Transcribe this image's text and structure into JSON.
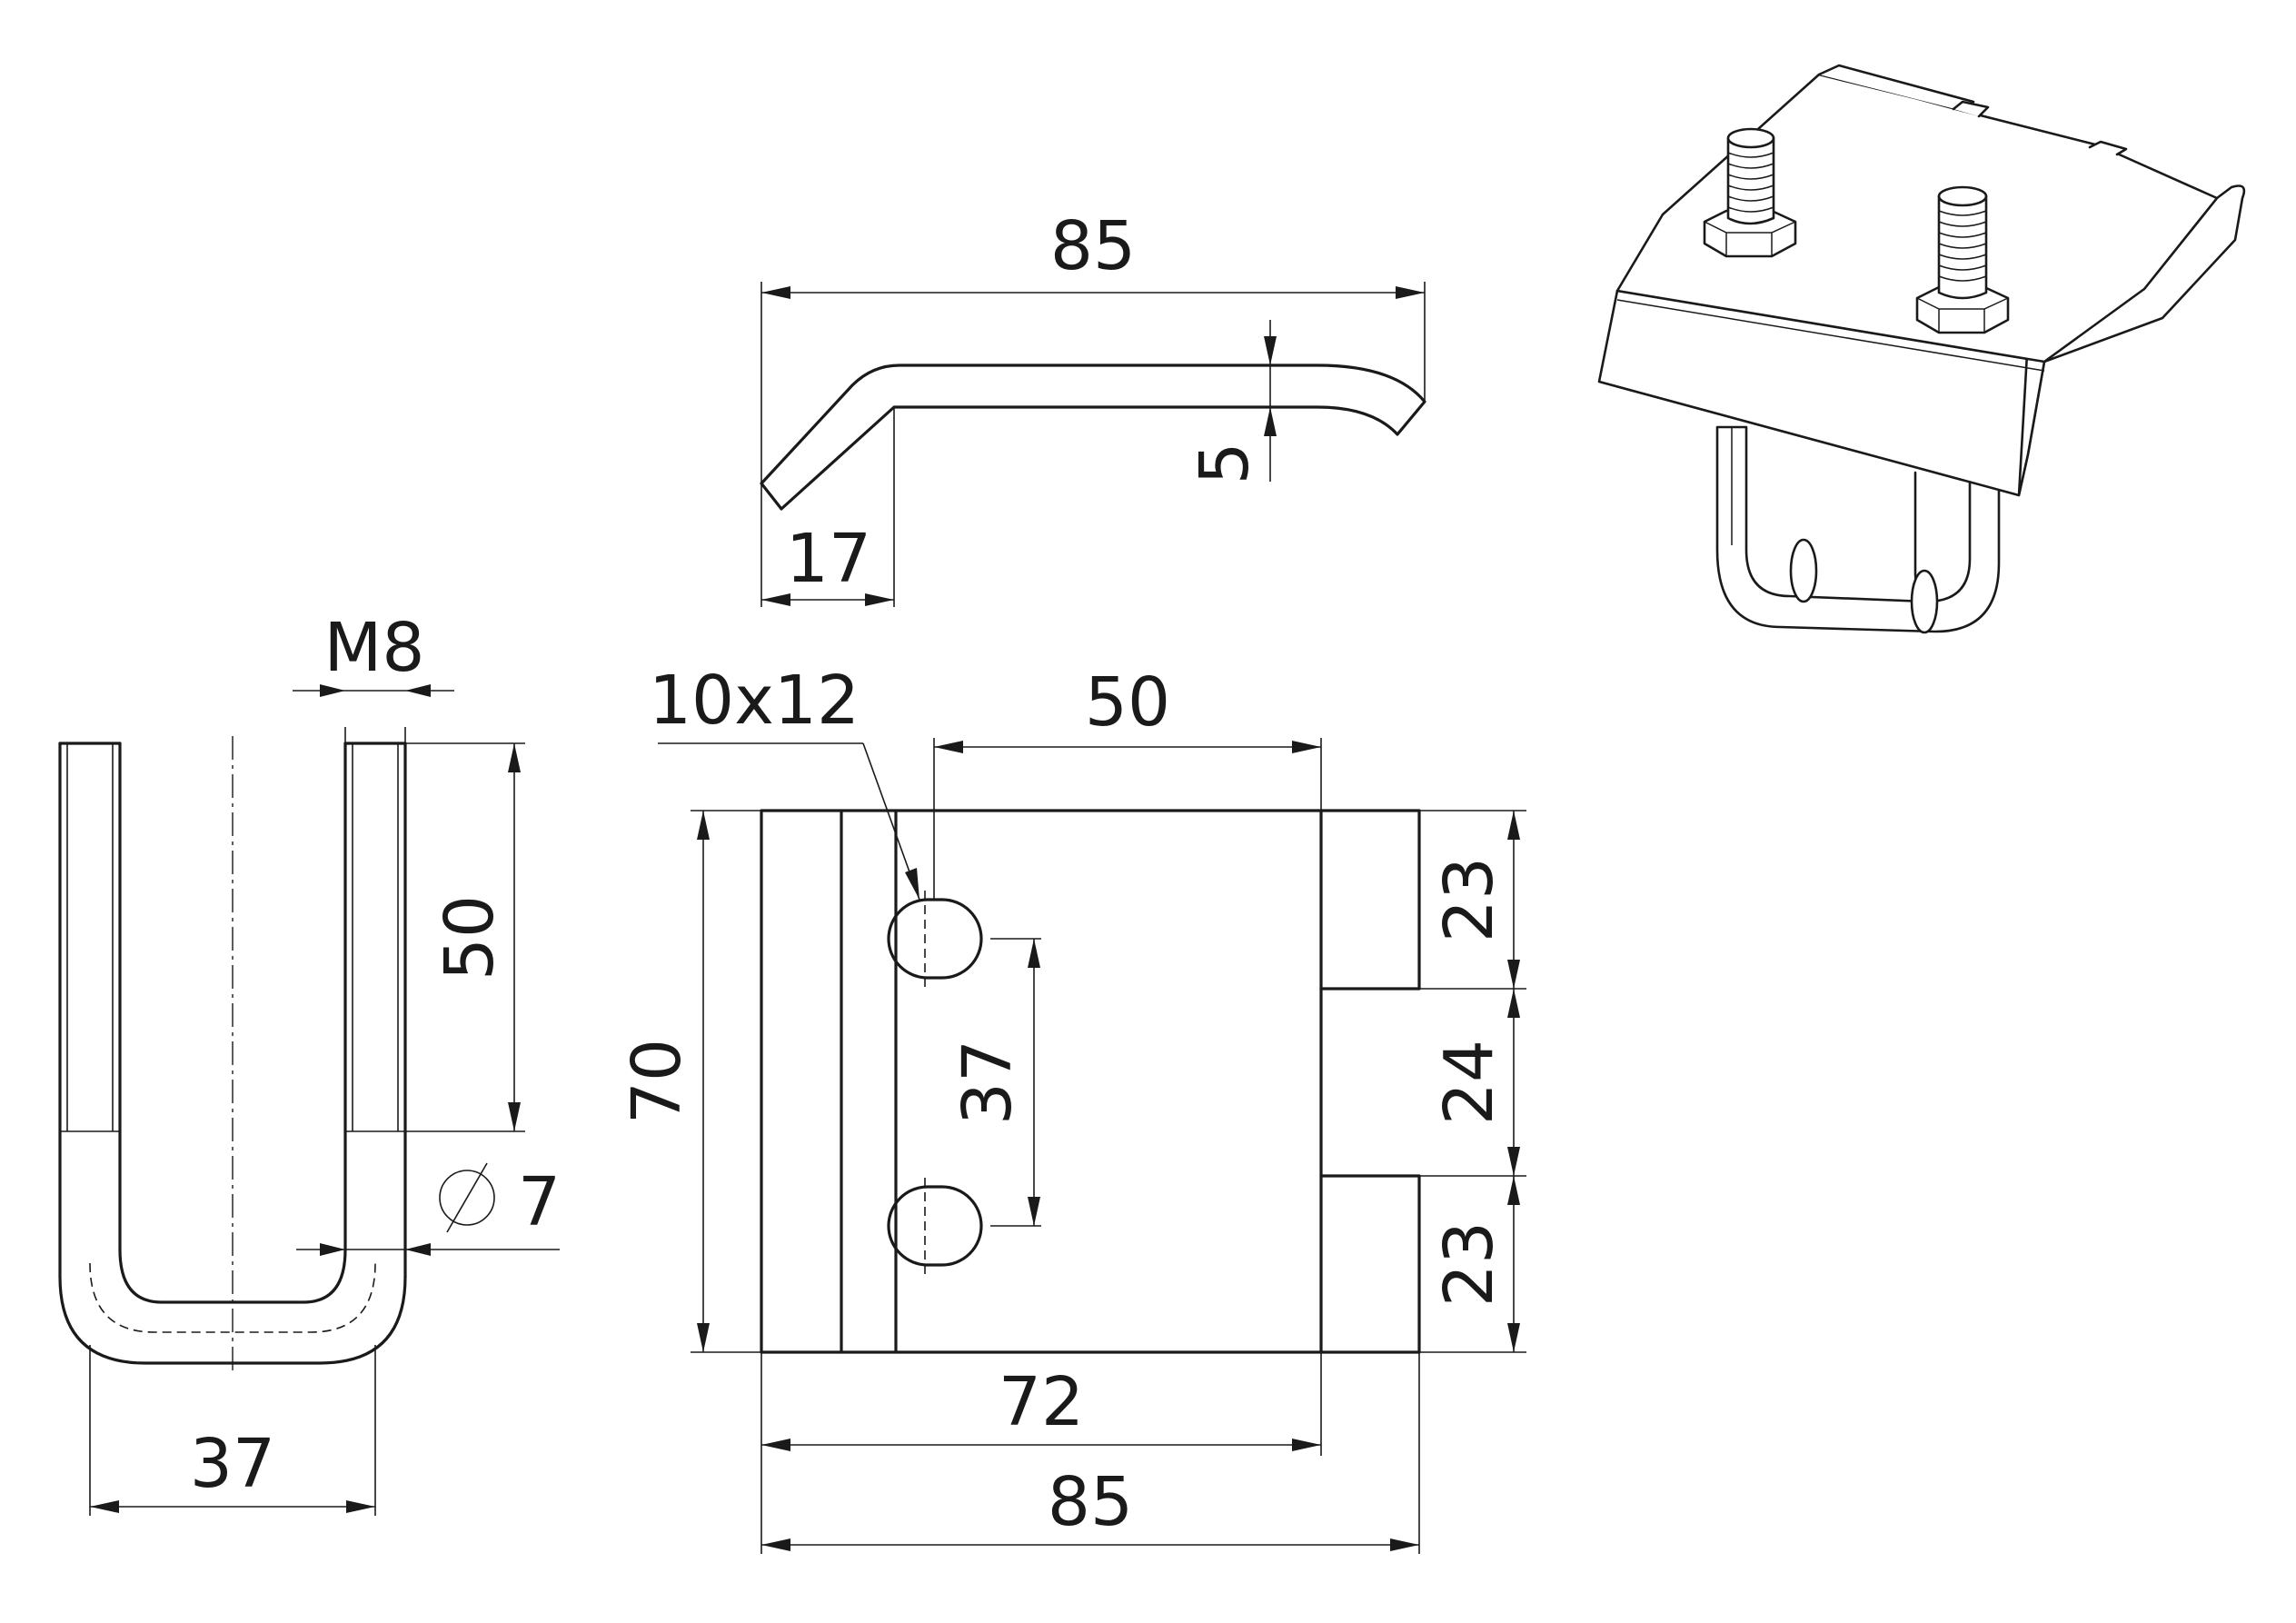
{
  "labels": {
    "side_length": "85",
    "side_thickness": "5",
    "side_lip": "17",
    "thread": "M8",
    "thread_length": "50",
    "rod_diameter": "7",
    "bolt_spacing": "37",
    "slot_size": "10x12",
    "hole_offset": "50",
    "plate_height": "70",
    "hole_pitch": "37",
    "tab_top": "23",
    "tab_gap": "24",
    "tab_bottom": "23",
    "inner_width": "72",
    "plate_width": "85"
  }
}
